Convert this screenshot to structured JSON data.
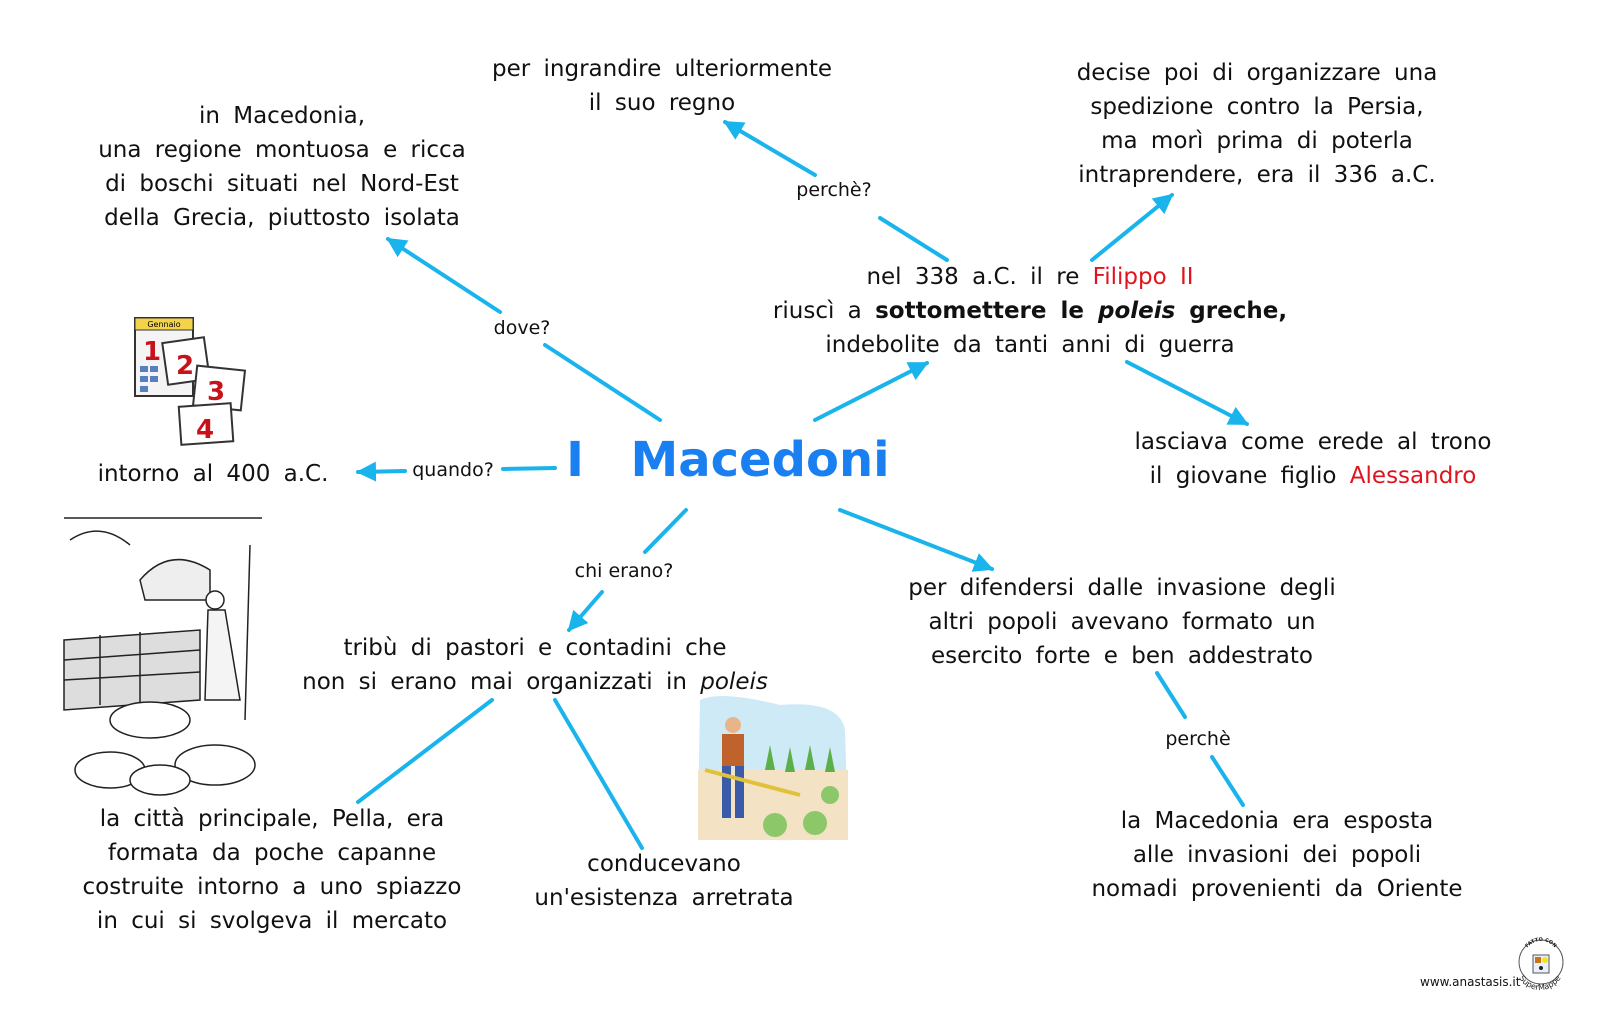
{
  "title": {
    "article": "I",
    "main": "Macedoni"
  },
  "colors": {
    "title": "#1a7ff0",
    "arrows": "#1ab4ec",
    "highlight": "#e0141e"
  },
  "nodes": {
    "where": {
      "lines": [
        "in Macedonia,",
        "una regione montuosa e ricca",
        "di boschi situati nel Nord-Est",
        "della Grecia, piuttosto isolata"
      ]
    },
    "why_top": {
      "lines": [
        "per ingrandire ulteriormente",
        "il suo regno"
      ]
    },
    "expedition": {
      "lines": [
        "decise poi di organizzare una",
        "spedizione contro la Persia,",
        "ma morì prima di poterla",
        "intraprendere, era il 336 a.C."
      ]
    },
    "philip": {
      "line1_a": "nel 338 a.C. il re ",
      "line1_red": "Filippo II",
      "line2_a": "riuscì a ",
      "line2_b1": "sottomettere le ",
      "line2_bi": "poleis",
      "line2_b2": " greche,",
      "line3": "indebolite da tanti anni di guerra"
    },
    "heir": {
      "line1": "lasciava come erede al trono",
      "line2_a": "il giovane figlio ",
      "line2_red": "Alessandro"
    },
    "when": {
      "text": "intorno al 400 a.C."
    },
    "who": {
      "line1": "tribù di pastori e contadini che",
      "line2_a": "non si erano mai organizzati in ",
      "line2_i": "poleis"
    },
    "army": {
      "lines": [
        "per difendersi dalle invasione degli",
        "altri popoli avevano formato un",
        "esercito forte e ben addestrato"
      ]
    },
    "city": {
      "lines": [
        "la città principale, Pella, era",
        "formata da poche capanne",
        "costruite intorno a uno spiazzo",
        "in cui si svolgeva il mercato"
      ]
    },
    "life": {
      "lines": [
        "conducevano",
        "un'esistenza arretrata"
      ]
    },
    "exposed": {
      "lines": [
        "la Macedonia era esposta",
        "alle invasioni dei popoli",
        "nomadi provenienti da Oriente"
      ]
    }
  },
  "labels": {
    "where": "dove?",
    "why_top": "perchè?",
    "when": "quando?",
    "who": "chi erano?",
    "why_right": "perchè"
  },
  "images": {
    "calendar": {
      "icon": "calendar-icon",
      "month": "Gennaio",
      "numbers": [
        "1",
        "2",
        "3",
        "4"
      ]
    },
    "shepherd": {
      "icon": "shepherd-illustration"
    },
    "farmer": {
      "icon": "farmer-illustration"
    }
  },
  "footer": {
    "site": "www.anastasis.it",
    "badge_top": "FATTO CON",
    "badge_bottom": "SuperMappe"
  }
}
